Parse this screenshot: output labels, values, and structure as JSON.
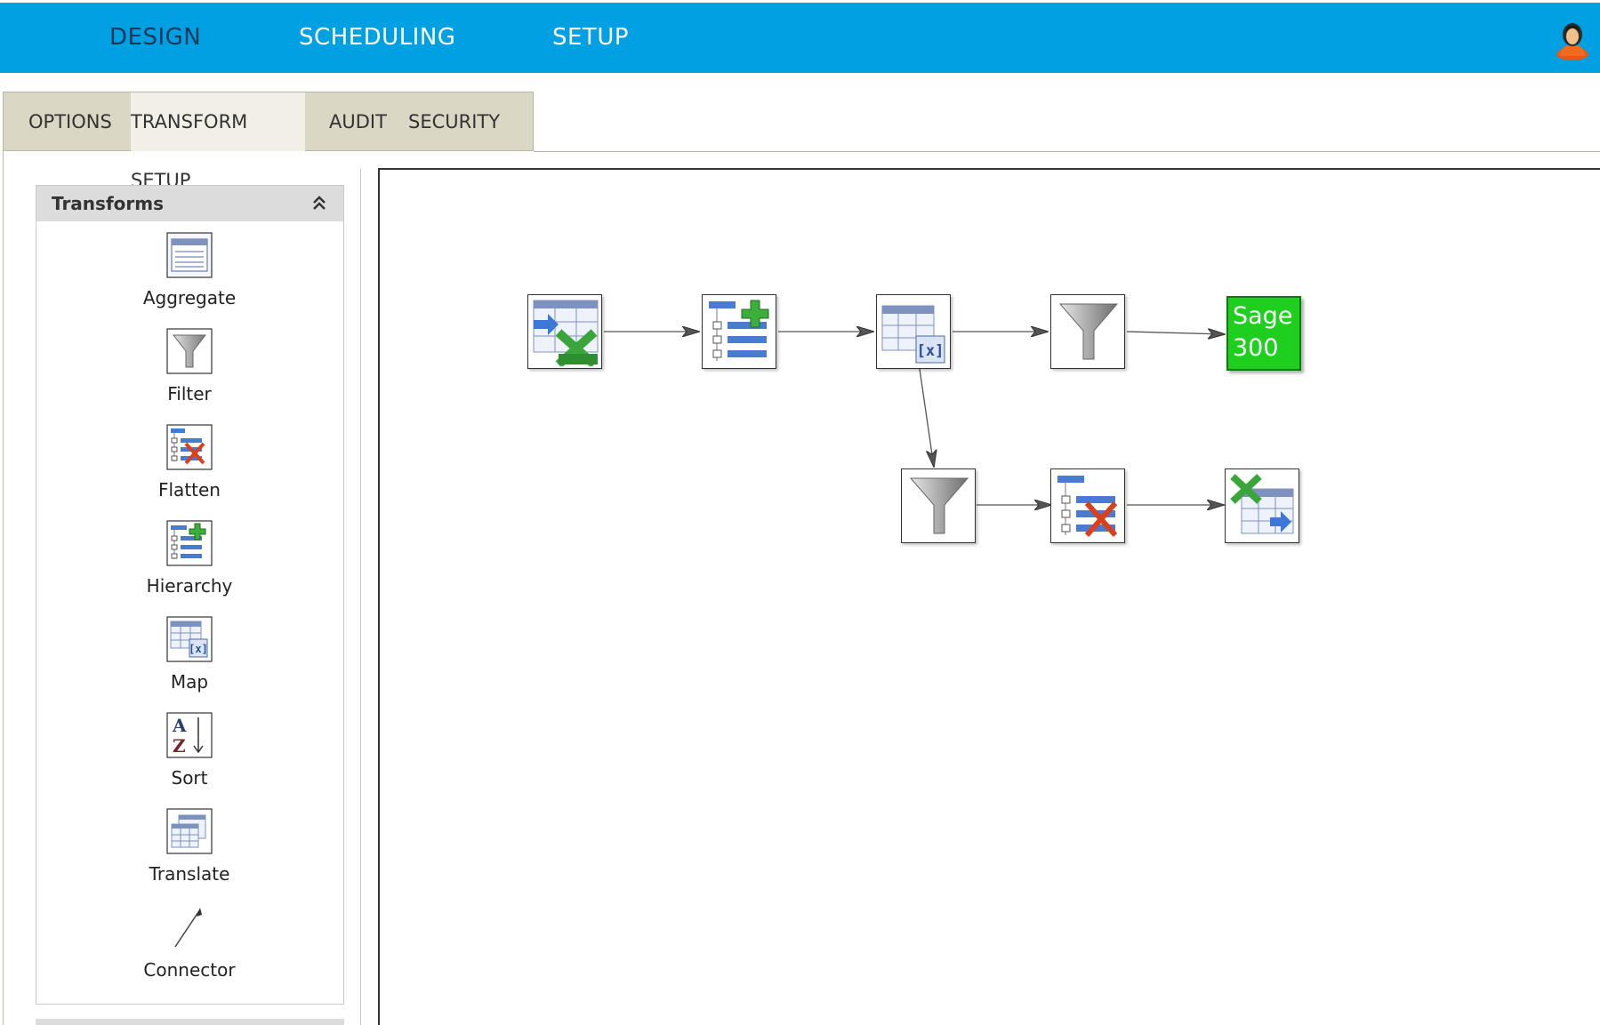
{
  "topnav": {
    "design": "DESIGN",
    "scheduling": "SCHEDULING",
    "setup": "SETUP",
    "active": "DESIGN"
  },
  "tabs": [
    "OPTIONS",
    "TRANSFORM SETUP",
    "AUDIT",
    "SECURITY"
  ],
  "active_tab": "TRANSFORM SETUP",
  "panel": {
    "title": "Transforms",
    "tools": [
      "Aggregate",
      "Filter",
      "Flatten",
      "Hierarchy",
      "Map",
      "Sort",
      "Translate",
      "Connector"
    ]
  },
  "canvas": {
    "nodes": [
      {
        "id": "n1",
        "type": "excel-source-icon"
      },
      {
        "id": "n2",
        "type": "hierarchy-icon"
      },
      {
        "id": "n3",
        "type": "map-icon"
      },
      {
        "id": "n4",
        "type": "filter-icon"
      },
      {
        "id": "n5",
        "type": "sage-300-target",
        "label_line1": "Sage",
        "label_line2": "300"
      },
      {
        "id": "n6",
        "type": "filter-icon"
      },
      {
        "id": "n7",
        "type": "flatten-icon"
      },
      {
        "id": "n8",
        "type": "excel-target-icon"
      }
    ],
    "edges": [
      [
        "n1",
        "n2"
      ],
      [
        "n2",
        "n3"
      ],
      [
        "n3",
        "n4"
      ],
      [
        "n4",
        "n5"
      ],
      [
        "n3",
        "n6"
      ],
      [
        "n6",
        "n7"
      ],
      [
        "n7",
        "n8"
      ]
    ]
  },
  "colors": {
    "topbar": "#00a0e3",
    "sage": "#1ecf1e",
    "tabbar": "#dad7c5"
  }
}
